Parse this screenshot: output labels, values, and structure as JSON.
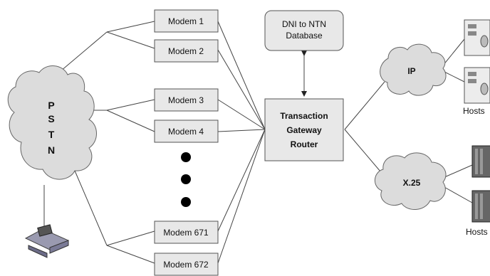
{
  "pstn": {
    "letters": [
      "P",
      "S",
      "T",
      "N"
    ]
  },
  "modems": [
    "Modem 1",
    "Modem 2",
    "Modem 3",
    "Modem 4",
    "Modem 671",
    "Modem 672"
  ],
  "database": {
    "line1": "DNI to NTN",
    "line2": "Database"
  },
  "router": {
    "line1": "Transaction",
    "line2": "Gateway",
    "line3": "Router"
  },
  "networks": {
    "ip": "IP",
    "x25": "X.25"
  },
  "hosts": {
    "top": "Hosts",
    "bottom": "Hosts"
  },
  "icons": [
    "cloud-icon",
    "server-icon",
    "mainframe-icon",
    "terminal-icon"
  ]
}
